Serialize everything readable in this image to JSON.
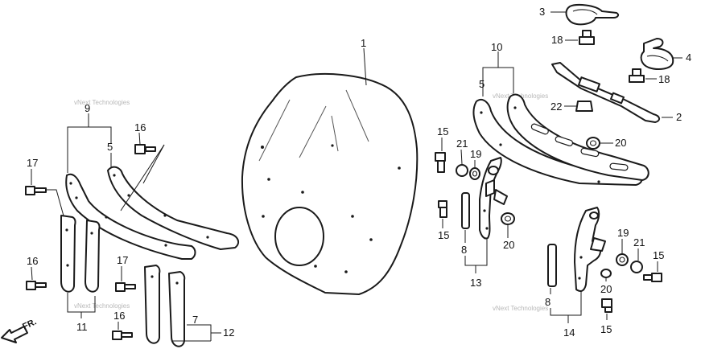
{
  "diagram": {
    "watermark": "vNext Technologies",
    "direction_label": "FR.",
    "callouts": {
      "windscreen": "1",
      "stay_bar": "2",
      "clip_top": "3",
      "clip_right": "4",
      "rubber_trim": "5",
      "seal_front": "7",
      "seal_rear": "8",
      "garnish_left": "9",
      "garnish_right": "10",
      "seal_left_set": "11",
      "seal_set_12": "12",
      "bracket_left_set": "13",
      "bracket_right_set": "14",
      "bolt_15": "15",
      "bolt_16": "16",
      "bolt_17": "17",
      "screw_18": "18",
      "washer_19": "19",
      "nut_20": "20",
      "collar_21": "21",
      "nut_22": "22"
    }
  }
}
